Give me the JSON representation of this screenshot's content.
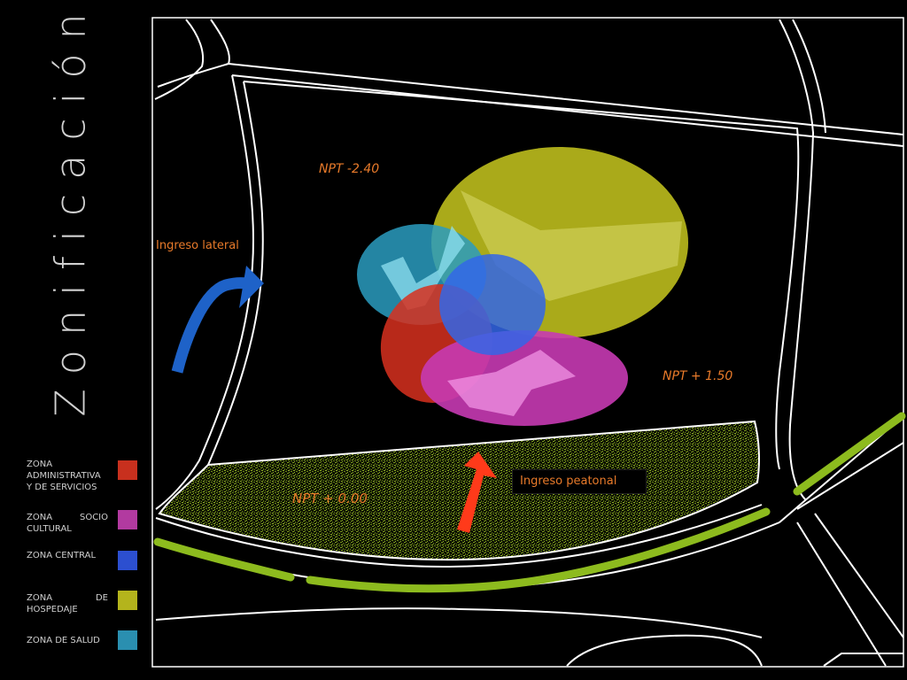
{
  "title": "Zonificación",
  "legend": [
    {
      "label": "ZONA ADMINISTRATIVA Y DE SERVICIOS",
      "color": "#c8301e"
    },
    {
      "label": "ZONA SOCIO CULTURAL",
      "color": "#b23aa0"
    },
    {
      "label": "ZONA CENTRAL",
      "color": "#2c4fd0"
    },
    {
      "label": "ZONA DE HOSPEDAJE",
      "color": "#b4b41c"
    },
    {
      "label": "ZONA DE SALUD",
      "color": "#2a8fb0"
    }
  ],
  "labels": {
    "npt_top": "NPT -2.40",
    "npt_right": "NPT + 1.50",
    "npt_bottom": "NPT + 0.00",
    "ingreso_lateral": "Ingreso lateral",
    "ingreso_peatonal": "Ingreso peatonal"
  },
  "colors": {
    "road": "#ffffff",
    "green_strip": "#8dbb1e",
    "texture": "#6f8a1a",
    "arrow_blue": "#1e62c8",
    "arrow_red": "#ff3a1a",
    "label_orange": "#e87a2a"
  }
}
